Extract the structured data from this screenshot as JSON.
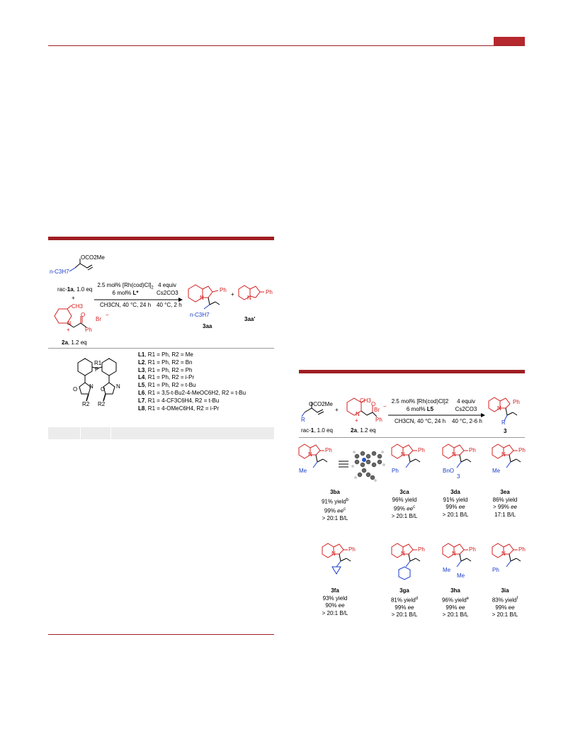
{
  "scheme1": {
    "substrate_group": "OCO2Me",
    "substrate_alkyl": "n-C3H7",
    "rac_label": "rac-",
    "rac_num": "1a",
    "rac_eq": ", 1.0 eq",
    "plus": "+",
    "pyridinium_methyl": "CH3",
    "pyridinium_N": "N",
    "pyridinium_charge": "+",
    "carbonyl_O": "O",
    "phenyl": "Ph",
    "bromide": "Br",
    "bromide_charge": "−",
    "reagent2_num": "2a",
    "reagent2_eq": ", 1.2 eq",
    "cond1_top1": "2.5 mol% [Rh(cod)Cl]",
    "cond1_top1_sub": "2",
    "cond1_top2": "6 mol% ",
    "cond1_top2_bold": "L*",
    "cond1_bottom": "CH3CN, 40 °C, 24 h",
    "cond2_top1": "4 equiv",
    "cond2_top2": "Cs2CO3",
    "cond2_bottom": "40 °C, 2 h",
    "product_ph": "Ph",
    "product_N": "N",
    "product_alkyl": "n-C3H7",
    "product_label": "3aa",
    "byproduct_ph": "Ph",
    "byproduct_N": "N",
    "byproduct_label": "3aa'"
  },
  "ligands": {
    "P_label": "P",
    "R1": "R1",
    "R2a": "R2",
    "R2b": "R2",
    "N1": "N",
    "N2": "N",
    "O1": "O",
    "O2": "O",
    "list": [
      {
        "id": "L1",
        "text": ", R1 = Ph, R2 = Me"
      },
      {
        "id": "L2",
        "text": ", R1 = Ph, R2 = Bn"
      },
      {
        "id": "L3",
        "text": ", R1 = Ph, R2 = Ph"
      },
      {
        "id": "L4",
        "text": ", R1 = Ph, R2 = i-Pr"
      },
      {
        "id": "L5",
        "text": ", R1 = Ph, R2 = t-Bu"
      },
      {
        "id": "L6",
        "text": ", R1 = 3,5-t-Bu2-4-MeOC6H2, R2 = t-Bu"
      },
      {
        "id": "L7",
        "text": ", R1 = 4-CF3C6H4, R2 = t-Bu"
      },
      {
        "id": "L8",
        "text": ", R1 = 4-OMeC6H4, R2 = i-Pr"
      }
    ]
  },
  "scheme2": {
    "substrate_group": "OCO2Me",
    "R": "R",
    "rac_label": "rac-",
    "rac_num": "1",
    "rac_eq": ", 1.0 eq",
    "plus": "+",
    "pyridinium_methyl": "CH3",
    "pyridinium_N": "N",
    "pyridinium_charge": "+",
    "carbonyl_O": "O",
    "phenyl": "Ph",
    "bromide": "Br",
    "bromide_charge": "−",
    "reagent2_num": "2a",
    "reagent2_eq": ", 1.2 eq",
    "cond1_top1": "2.5 mol% [Rh(cod)Cl]2",
    "cond1_top2": "6 mol% ",
    "cond1_top2_bold": "L5",
    "cond1_bottom": "CH3CN, 40 °C, 24 h",
    "cond2_top1": "4 equiv",
    "cond2_top2": "Cs2CO3",
    "cond2_bottom": "40 °C, 2-6 h",
    "product_ph": "Ph",
    "product_N": "N",
    "product_R": "R",
    "product_label": "3"
  },
  "products": [
    {
      "id": "3ba",
      "yield": "91% yield",
      "yield_sup": "b",
      "ee": "99% ",
      "ee_it": "ee",
      "ee_sup": "c",
      "bl": "> 20:1 B/L",
      "sub": "Me"
    },
    {
      "id": "3ca",
      "yield": "96% yield",
      "yield_sup": "",
      "ee": "99% ",
      "ee_it": "ee",
      "ee_sup": "c",
      "bl": "> 20:1 B/L",
      "sub": "Ph"
    },
    {
      "id": "3da",
      "yield": "91% yield",
      "yield_sup": "",
      "ee": "99% ",
      "ee_it": "ee",
      "ee_sup": "",
      "bl": "> 20:1 B/L",
      "sub": "BnO",
      "sub2": "3"
    },
    {
      "id": "3ea",
      "yield": "86% yield",
      "yield_sup": "",
      "ee": "> 99% ",
      "ee_it": "ee",
      "ee_sup": "",
      "bl": "17:1 B/L",
      "sub": "Me"
    },
    {
      "id": "3fa",
      "yield": "93% yield",
      "yield_sup": "",
      "ee": "90% ",
      "ee_it": "ee",
      "ee_sup": "",
      "bl": "> 20:1 B/L",
      "sub": ""
    },
    {
      "id": "3ga",
      "yield": "81% yield",
      "yield_sup": "d",
      "ee": "99% ",
      "ee_it": "ee",
      "ee_sup": "",
      "bl": "> 20:1 B/L",
      "sub": ""
    },
    {
      "id": "3ha",
      "yield": "96% yield",
      "yield_sup": "e",
      "ee": "99% ",
      "ee_it": "ee",
      "ee_sup": "",
      "bl": "> 20:1 B/L",
      "sub": "Me",
      "sub2": "Me"
    },
    {
      "id": "3ia",
      "yield": "83% yield",
      "yield_sup": "f",
      "ee": "99% ",
      "ee_it": "ee",
      "ee_sup": "",
      "bl": "> 20:1 B/L",
      "sub": "Ph"
    }
  ],
  "ring_labels": {
    "ph": "Ph",
    "N": "N"
  },
  "colors": {
    "accent": "#a01e22",
    "red": "#d42020",
    "blue": "#1a3cc8"
  }
}
